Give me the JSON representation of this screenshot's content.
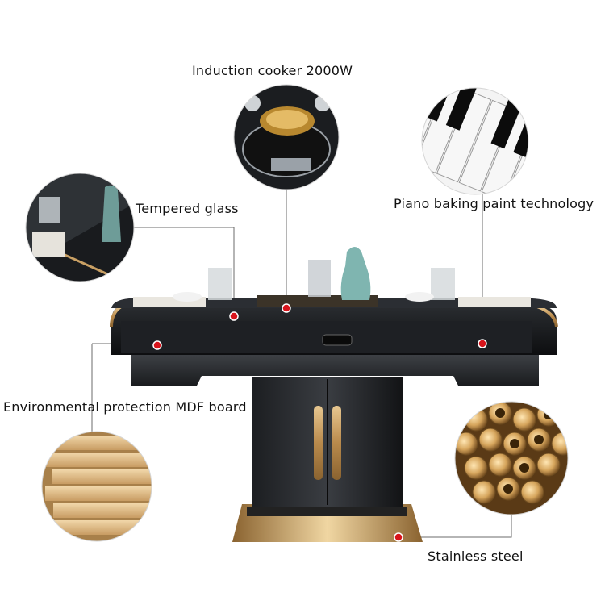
{
  "labels": {
    "induction": "Induction cooker 2000W",
    "glass": "Tempered glass",
    "piano": "Piano baking paint technology",
    "mdf": "Environmental protection MDF board",
    "steel": "Stainless steel"
  },
  "colors": {
    "background": "#ffffff",
    "table_black": "#15171a",
    "gold": "#c9a064",
    "marker": "#d8141b",
    "leader_line": "#6b6b6b",
    "vase": "#7fb5b0"
  },
  "icons": [
    "induction-cooker-inset",
    "tempered-glass-inset",
    "piano-keys-inset",
    "mdf-board-inset",
    "stainless-steel-tubes-inset"
  ]
}
